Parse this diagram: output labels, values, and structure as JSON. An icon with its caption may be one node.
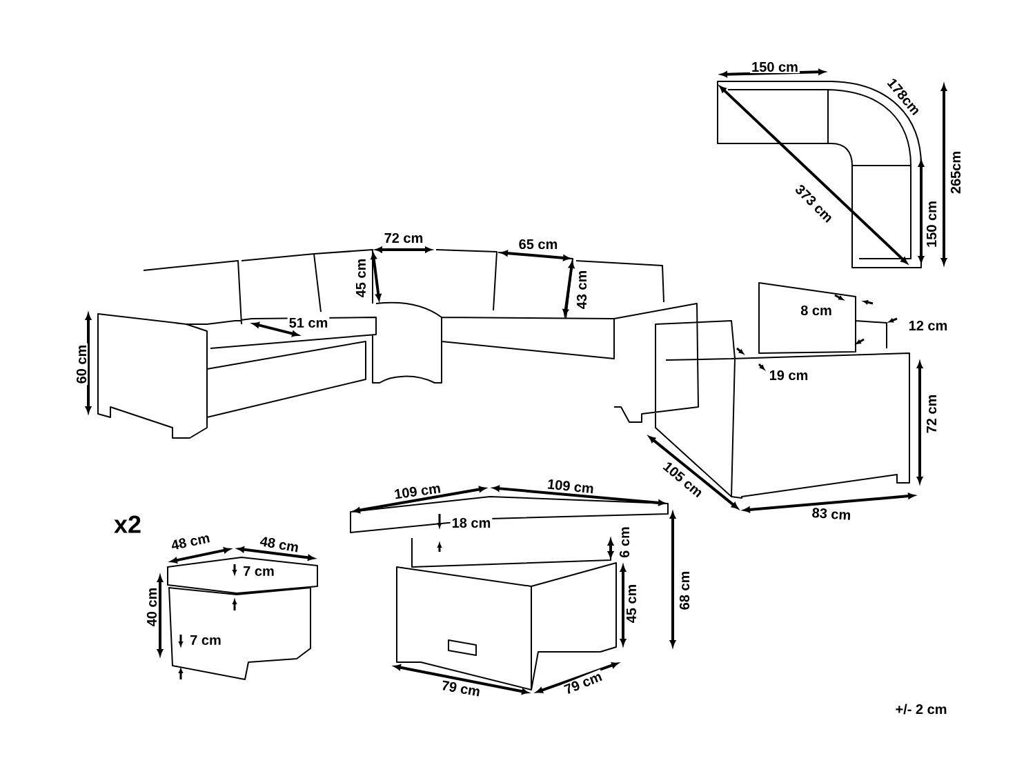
{
  "diagram": {
    "labels": [
      "150 cm",
      "178cm",
      "265cm",
      "373 cm",
      "150 cm",
      "72 cm",
      "65 cm",
      "45 cm",
      "43 cm",
      "8 cm",
      "51 cm",
      "12 cm",
      "60 cm",
      "19 cm",
      "72 cm",
      "105 cm",
      "109 cm",
      "109 cm",
      "83 cm",
      "x2",
      "18 cm",
      "6 cm",
      "48 cm",
      "48 cm",
      "7 cm",
      "68 cm",
      "40 cm",
      "45 cm",
      "7 cm",
      "79 cm",
      "79 cm",
      "+/- 2 cm"
    ]
  }
}
